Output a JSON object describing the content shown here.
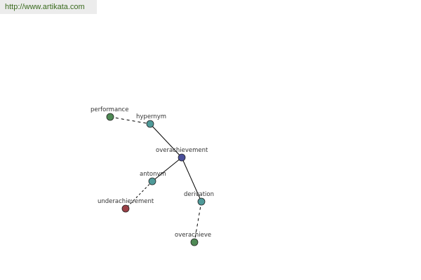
{
  "url": "http://www.artikata.com",
  "colors": {
    "url_bar": "#ececec",
    "url_text": "#3a6b1e",
    "edge": "#000000",
    "center_node": "#4a4f9a",
    "relation_node": "#4f9a99",
    "related_word_node": "#4f8a55",
    "antonym_word_node": "#9a4046"
  },
  "nodes": {
    "center": "overachievement",
    "hypernym": "hypernym",
    "performance": "performance",
    "antonym": "antonym",
    "underachievement": "underachievement",
    "derivation": "derivation",
    "overachieve": "overachieve"
  }
}
